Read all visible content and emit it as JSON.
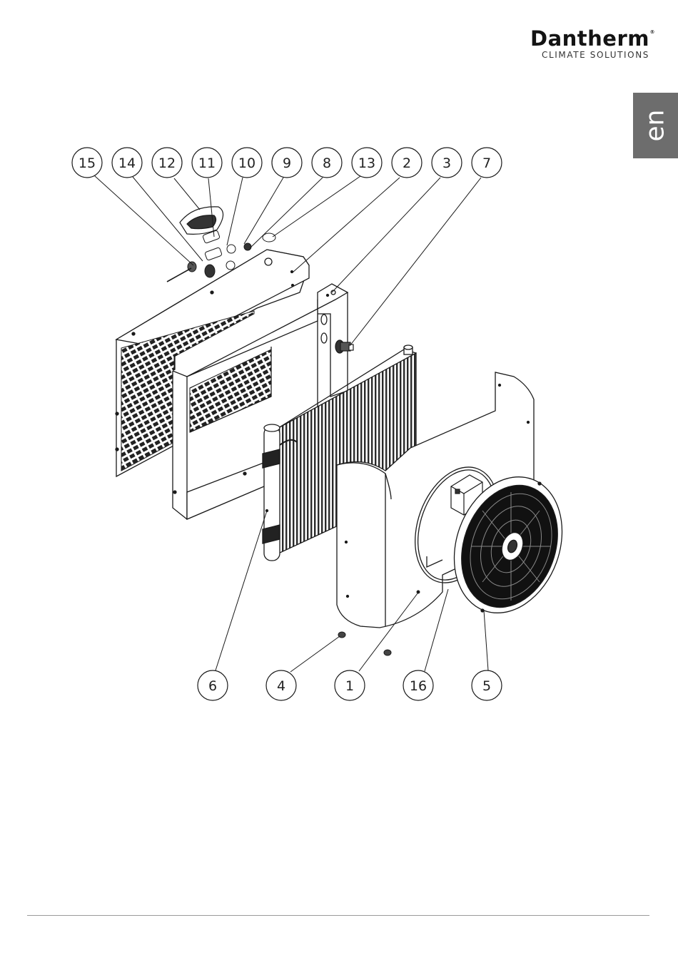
{
  "brand": {
    "name": "Dantherm",
    "registered": "®",
    "tagline": "CLIMATE SOLUTIONS"
  },
  "language_tab": {
    "label": "en",
    "color": "#6d6d6d"
  },
  "callouts": {
    "top": [
      "15",
      "14",
      "12",
      "11",
      "10",
      "9",
      "8",
      "13",
      "2",
      "3",
      "7"
    ],
    "bottom": [
      "6",
      "4",
      "1",
      "16",
      "5"
    ]
  },
  "colors": {
    "line": "#1a1a1a",
    "grille": "#2a2a2a",
    "panel_fill": "#ffffff"
  }
}
